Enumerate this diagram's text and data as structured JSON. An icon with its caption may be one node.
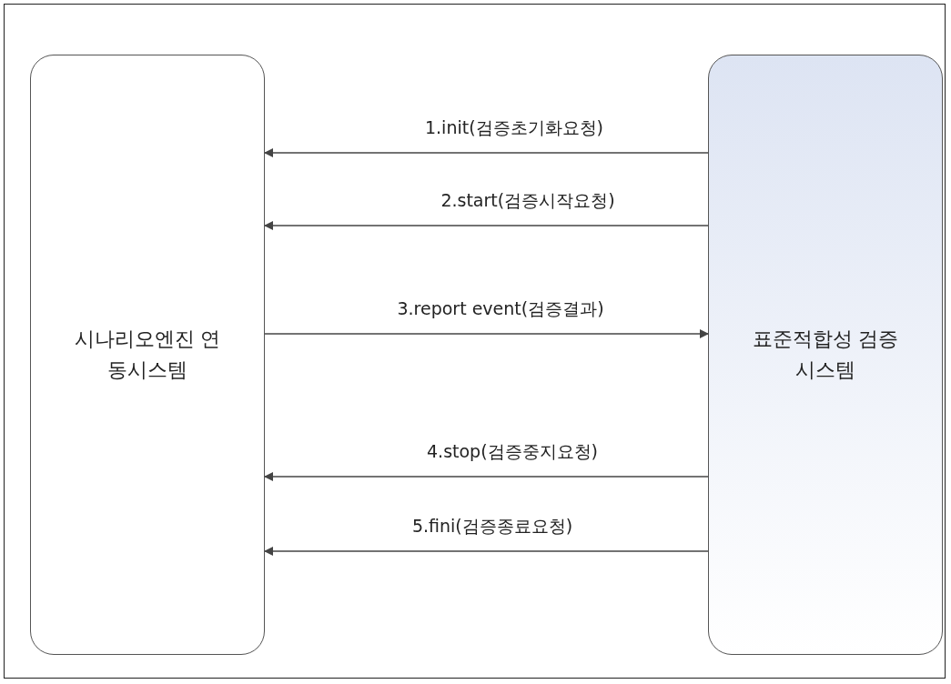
{
  "diagram": {
    "nodes": [
      {
        "text": [
          "시나리오엔진 연동시스템"
        ]
      },
      {
        "text": [
          "표준적합성 검증시스템"
        ]
      }
    ],
    "edges": [
      {
        "from": 1,
        "to": 0,
        "arrow": "to",
        "label": "1.init(검증초기화요청)"
      },
      {
        "from": 1,
        "to": 0,
        "arrow": "to",
        "label": "2.start(검증시작요청)"
      },
      {
        "from": 0,
        "to": 1,
        "arrow": "to",
        "label": "3.report event(검증결과)"
      },
      {
        "from": 1,
        "to": 0,
        "arrow": "to",
        "label": "4.stop(검증중지요청)"
      },
      {
        "from": 1,
        "to": 0,
        "arrow": "to",
        "label": "5.fini(검증종료요청)"
      }
    ]
  }
}
